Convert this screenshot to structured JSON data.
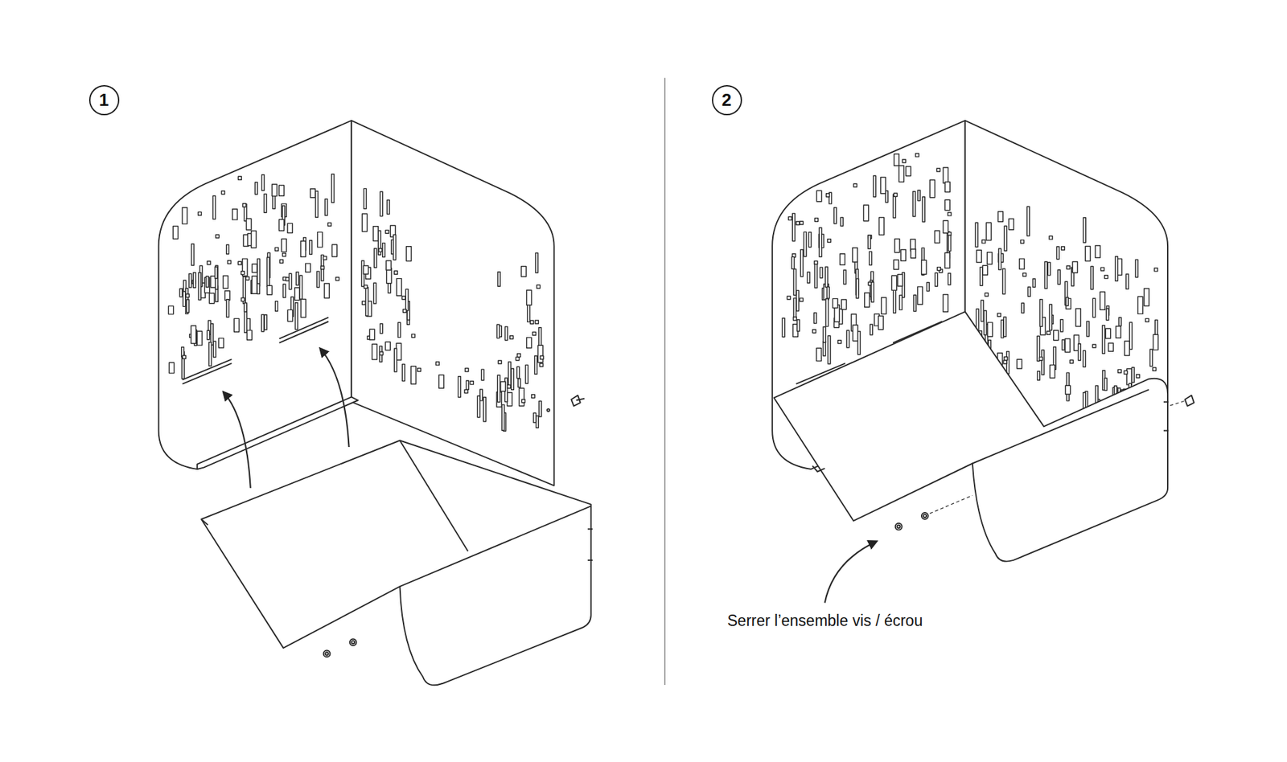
{
  "diagram": {
    "nodes": [
      {
        "text": [
          "1"
        ]
      },
      {
        "text": [
          "2"
        ]
      }
    ],
    "labels": [
      "Serrer l’ensemble vis / écrou"
    ]
  }
}
